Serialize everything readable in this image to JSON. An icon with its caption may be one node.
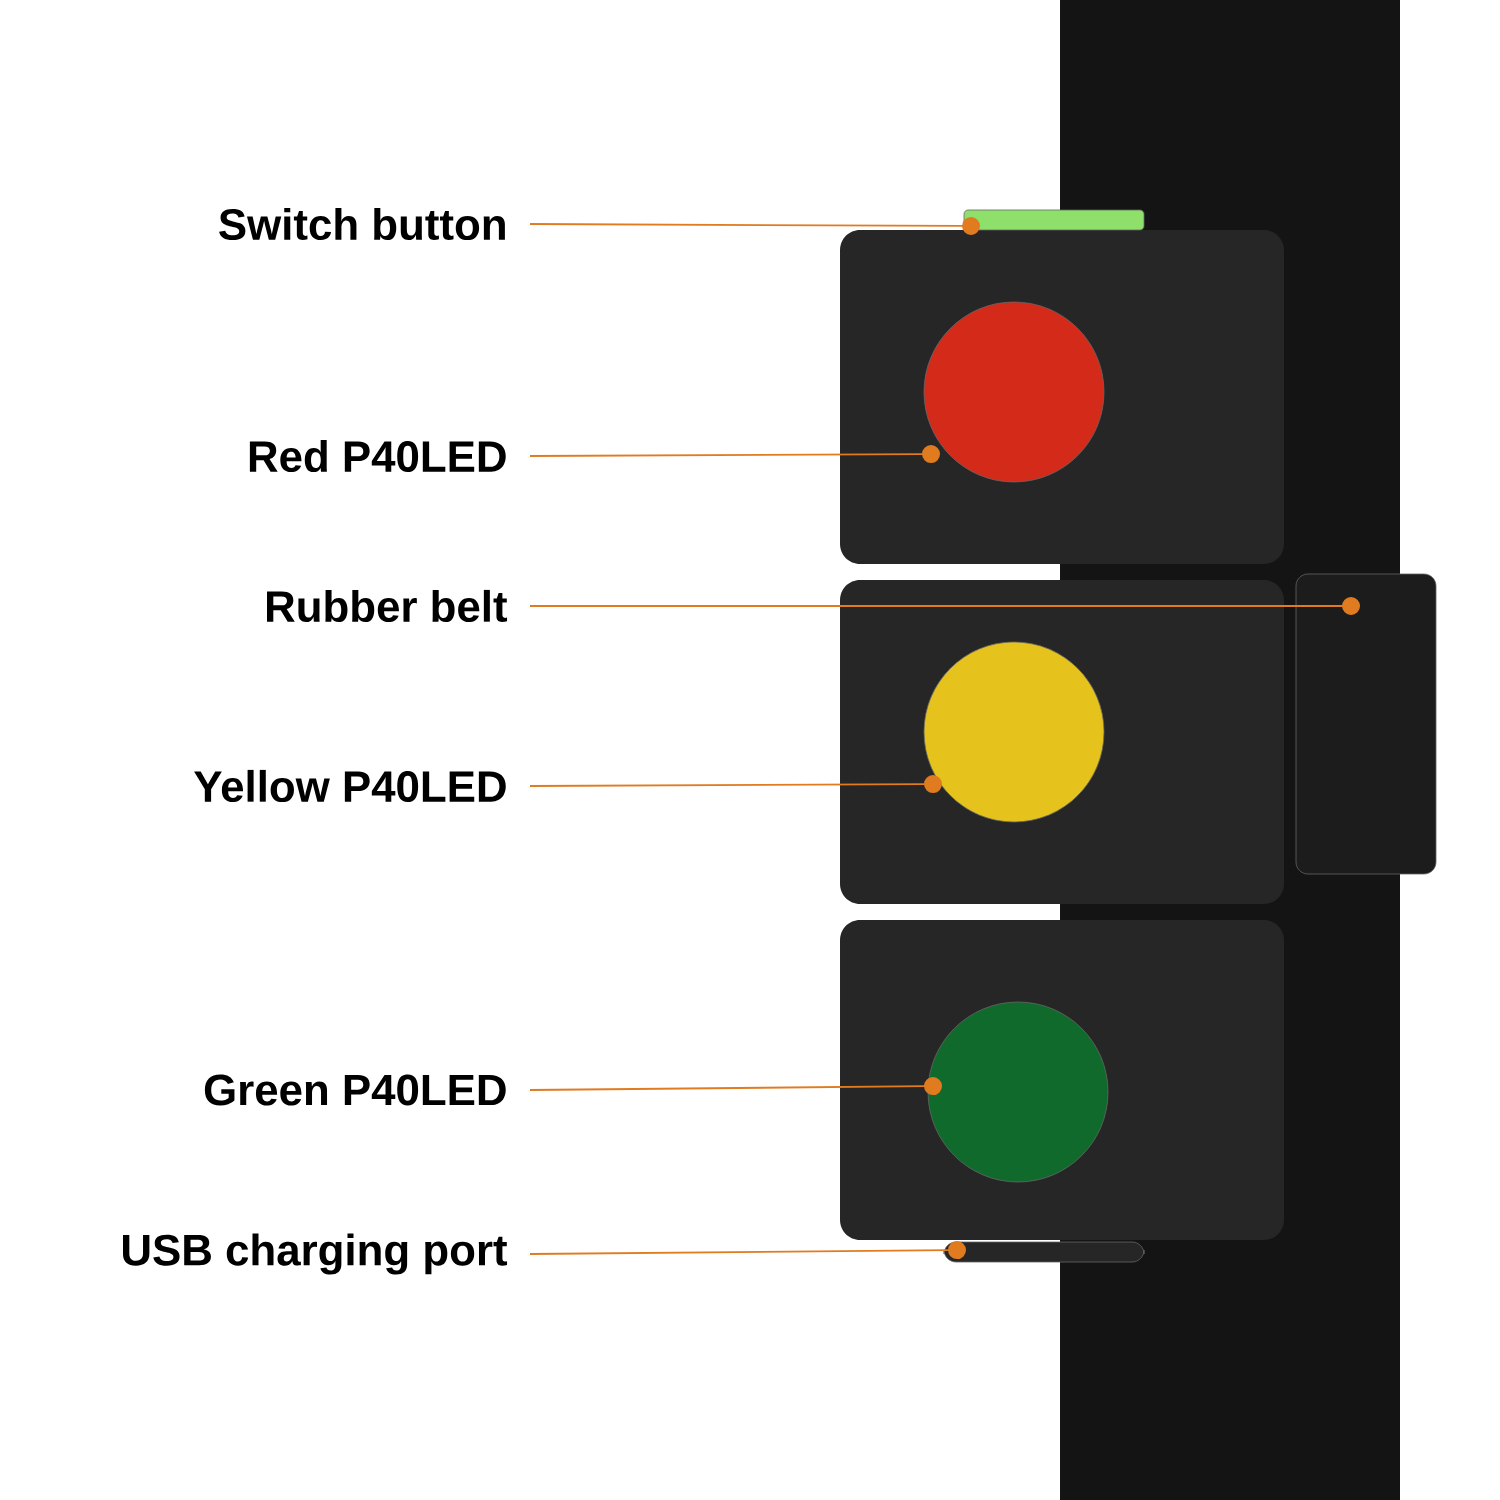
{
  "diagram": {
    "nodes": [
      {
        "text": [
          "Switch button"
        ]
      },
      {
        "text": [
          "Red P40LED"
        ]
      },
      {
        "text": [
          "Rubber belt"
        ]
      },
      {
        "text": [
          "Yellow P40LED"
        ]
      },
      {
        "text": [
          "Green P40LED"
        ]
      },
      {
        "text": [
          "USB charging port"
        ]
      },
      {
        "text": [],
        "shape": "bar"
      },
      {
        "text": [],
        "shape": "circle"
      },
      {
        "text": [],
        "shape": "box"
      },
      {
        "text": [],
        "shape": "circle"
      },
      {
        "text": [],
        "shape": "circle"
      },
      {
        "text": [],
        "shape": "box"
      }
    ],
    "edges": [
      {
        "from": 0,
        "to": 6,
        "arrow": "other"
      },
      {
        "from": 1,
        "to": 7,
        "arrow": "other"
      },
      {
        "from": 2,
        "to": 8,
        "arrow": "other"
      },
      {
        "from": 3,
        "to": 9,
        "arrow": "other"
      },
      {
        "from": 4,
        "to": 10,
        "arrow": "other"
      },
      {
        "from": 5,
        "to": 11,
        "arrow": "other"
      }
    ]
  }
}
